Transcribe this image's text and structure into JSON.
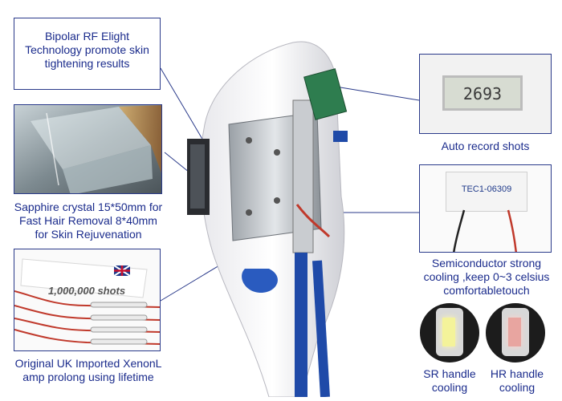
{
  "callouts": {
    "rf": {
      "text": "Bipolar RF Elight Technology promote skin tightening results"
    },
    "crystal": {
      "line1": "Sapphire crystal 15*50mm for",
      "line2": "Fast Hair Removal  8*40mm",
      "line3": "for Skin Rejuvenation"
    },
    "lamp": {
      "line1": "Original UK Imported XenonL",
      "line2": "amp prolong using lifetime",
      "label": "1,000,000 shots"
    },
    "counter": {
      "caption": "Auto record shots",
      "display": "2693"
    },
    "tec": {
      "chip_label": "TEC1-06309",
      "line1": "Semiconductor strong",
      "line2": "cooling ,keep 0~3 celsius",
      "line3": "comfortabletouch"
    },
    "sr": {
      "line1": "SR handle",
      "line2": "cooling"
    },
    "hr": {
      "line1": "HR handle",
      "line2": "cooling"
    }
  },
  "colors": {
    "caption": "#1a2b8c",
    "border": "#2a3a8a"
  }
}
